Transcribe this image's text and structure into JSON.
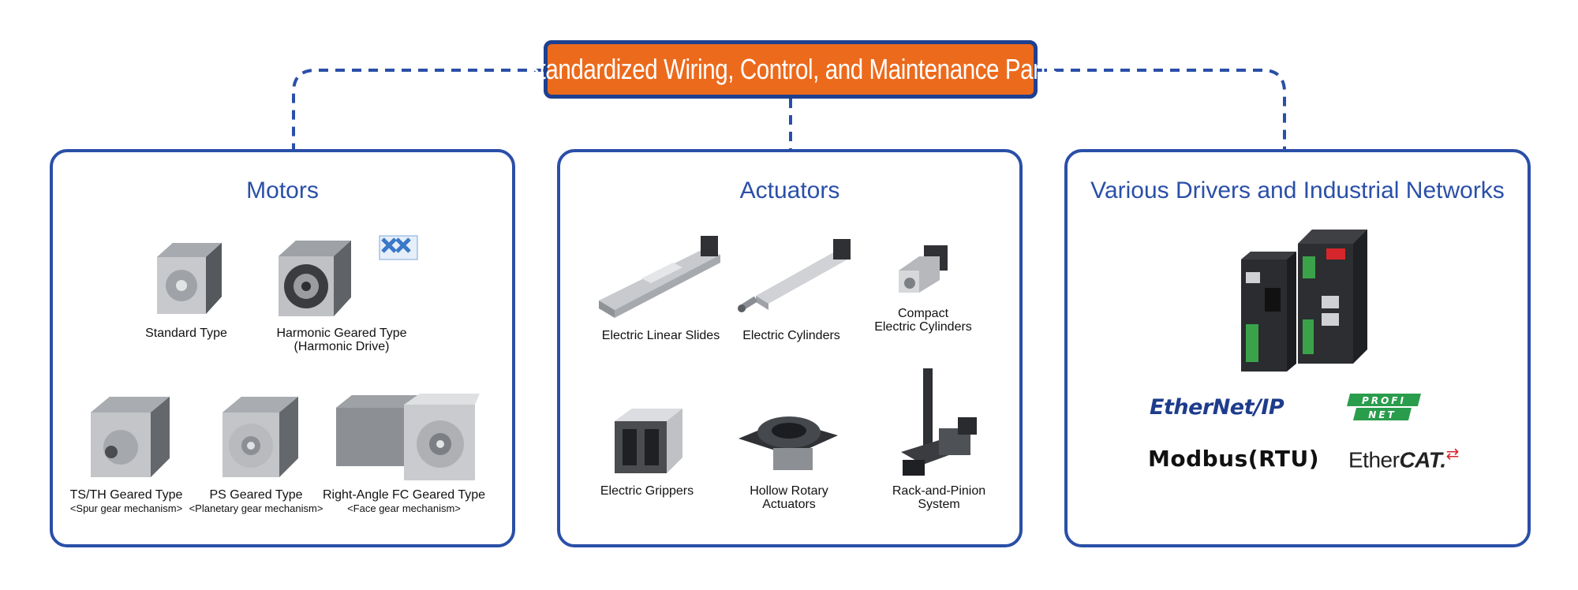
{
  "header": {
    "title": "Standardized Wiring, Control, and Maintenance Parts"
  },
  "panels": {
    "motors": {
      "title": "Motors",
      "items": [
        {
          "label": "Standard Type",
          "sub": ""
        },
        {
          "label": "Harmonic Geared Type",
          "sub": "(Harmonic Drive)"
        },
        {
          "label": "TS/TH Geared Type",
          "sub": "<Spur gear mechanism>"
        },
        {
          "label": "PS Geared Type",
          "sub": "<Planetary gear mechanism>"
        },
        {
          "label": "Right-Angle FC Geared Type",
          "sub": "<Face gear mechanism>"
        }
      ]
    },
    "actuators": {
      "title": "Actuators",
      "items": [
        {
          "label": "Electric Linear Slides",
          "sub": ""
        },
        {
          "label": "Electric Cylinders",
          "sub": ""
        },
        {
          "label": "Compact",
          "sub": "Electric Cylinders"
        },
        {
          "label": "Electric Grippers",
          "sub": ""
        },
        {
          "label": "Hollow Rotary",
          "sub": "Actuators"
        },
        {
          "label": "Rack-and-Pinion",
          "sub": "System"
        }
      ]
    },
    "drivers": {
      "title": "Various Drivers and Industrial Networks",
      "logos": {
        "ethernet_ip_a": "EtherN",
        "ethernet_ip_b": "et/IP",
        "profinet_top": "PROFI",
        "profinet_bottom": "NET",
        "modbus": "Modbus(RTU)",
        "ethercat_a": "Ether",
        "ethercat_b": "CAT."
      }
    }
  },
  "colors": {
    "accent": "#ec6a1c",
    "border": "#2a4fa8",
    "header_border": "#1f3f8f"
  }
}
